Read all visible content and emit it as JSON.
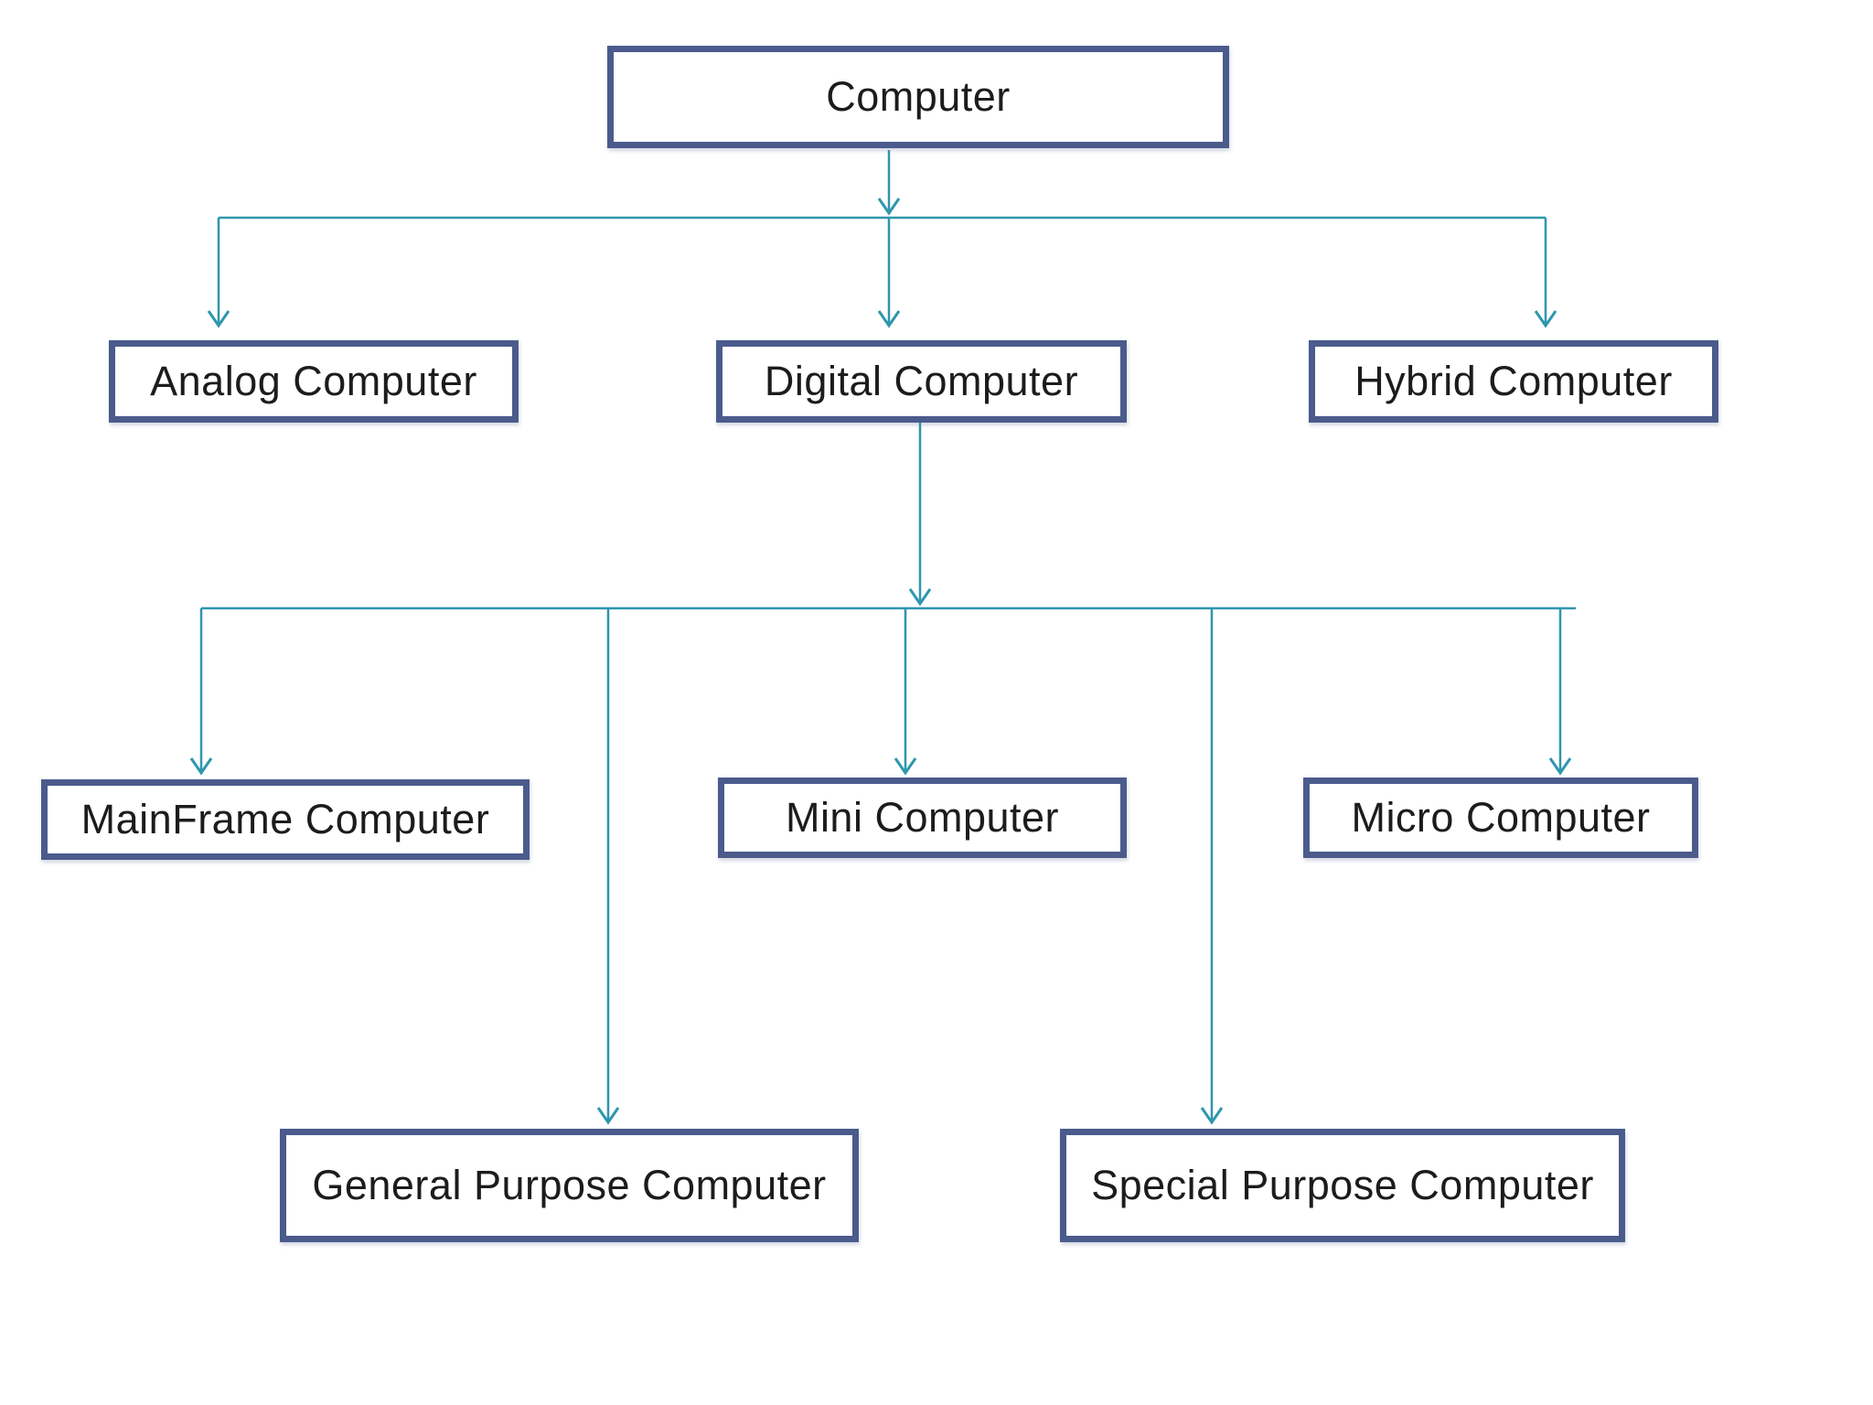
{
  "diagram": {
    "type": "tree-flowchart",
    "nodes": {
      "root": {
        "label": "Computer"
      },
      "analog": {
        "label": "Analog Computer"
      },
      "digital": {
        "label": "Digital Computer"
      },
      "hybrid": {
        "label": "Hybrid Computer"
      },
      "mainframe": {
        "label": "MainFrame Computer"
      },
      "mini": {
        "label": "Mini Computer"
      },
      "micro": {
        "label": "Micro Computer"
      },
      "general": {
        "label": "General Purpose Computer"
      },
      "special": {
        "label": "Special Purpose Computer"
      }
    },
    "edges": [
      {
        "from": "Computer",
        "to": "Analog Computer"
      },
      {
        "from": "Computer",
        "to": "Digital Computer"
      },
      {
        "from": "Computer",
        "to": "Hybrid Computer"
      },
      {
        "from": "Digital Computer",
        "to": "MainFrame Computer"
      },
      {
        "from": "Digital Computer",
        "to": "Mini Computer"
      },
      {
        "from": "Digital Computer",
        "to": "Micro Computer"
      },
      {
        "from": "Digital Computer",
        "to": "General Purpose Computer"
      },
      {
        "from": "Digital Computer",
        "to": "Special Purpose Computer"
      }
    ],
    "colors": {
      "box_border": "#4a5b8c",
      "box_fill": "#ffffff",
      "connector": "#2e96ad",
      "text": "#1c1c1c",
      "background": "#ffffff"
    }
  }
}
